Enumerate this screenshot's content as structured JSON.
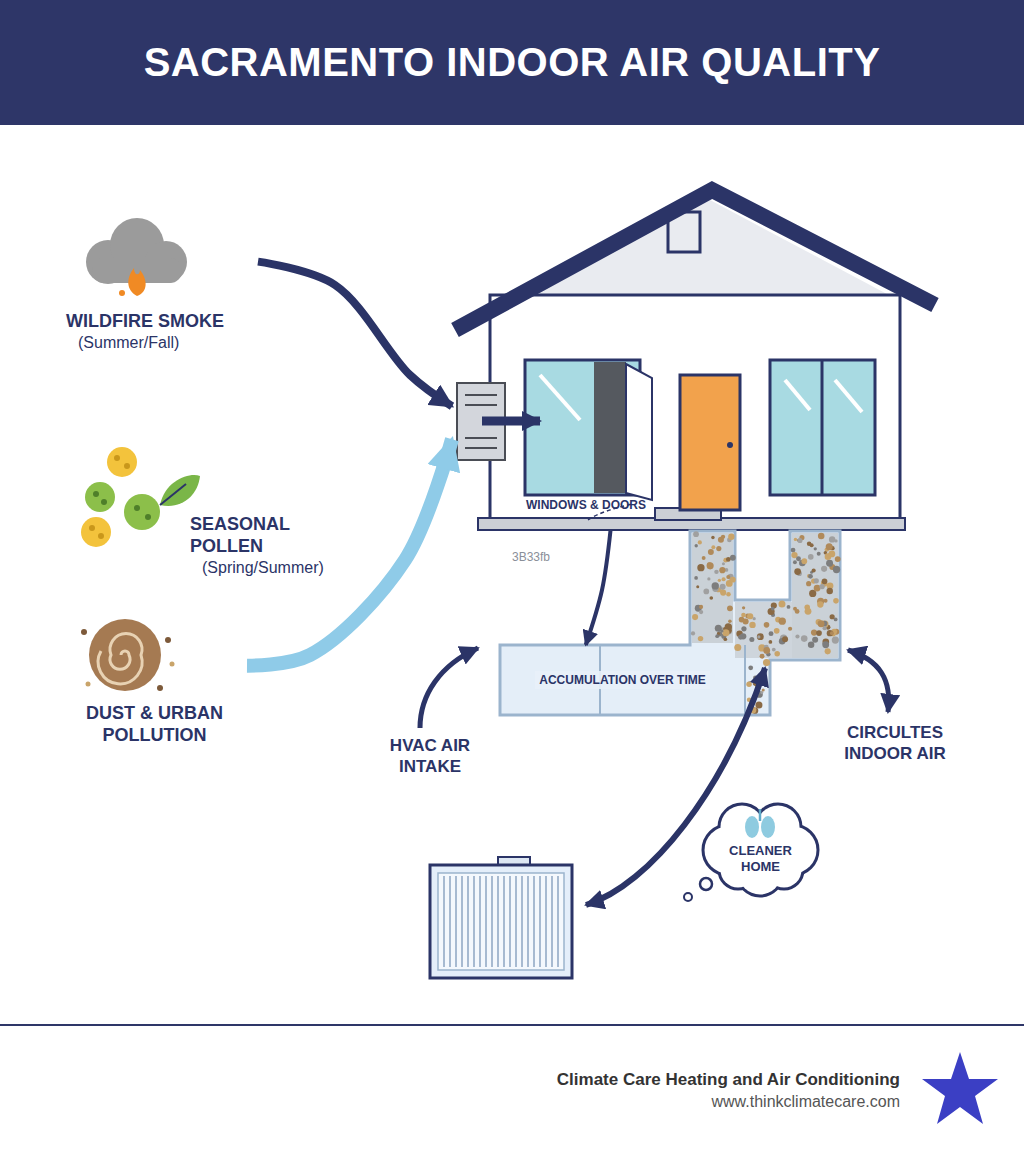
{
  "diagram": {
    "title": "SACRAMENTO INDOOR AIR QUALITY",
    "nodes": [
      {
        "text": [
          "WILDFIRE SMOKE",
          "(Summer/Fall)"
        ]
      },
      {
        "text": [
          "SEASONAL POLLEN",
          "(Spring/Summer)"
        ]
      },
      {
        "text": [
          "DUST & URBAN POLLUTION"
        ]
      },
      {
        "text": [
          "WINDOWS & DOORS"
        ]
      },
      {
        "text": [
          "ACCUMULATION OVER TIME"
        ]
      },
      {
        "text": [
          "CLEANER HOME"
        ]
      }
    ],
    "edges": [
      {
        "from": 0,
        "to": 3,
        "arrow": "to"
      },
      {
        "from": 2,
        "to": 3,
        "arrow": "to"
      },
      {
        "from": 3,
        "to": 4,
        "arrow": "to"
      }
    ],
    "labels": [
      "3B33fb",
      "HVAC AIR INTAKE",
      "CIRCULTES INDOOR AIR",
      "Climate Care Heating and Air Conditioning",
      "www.thinkclimatecare.com"
    ]
  }
}
